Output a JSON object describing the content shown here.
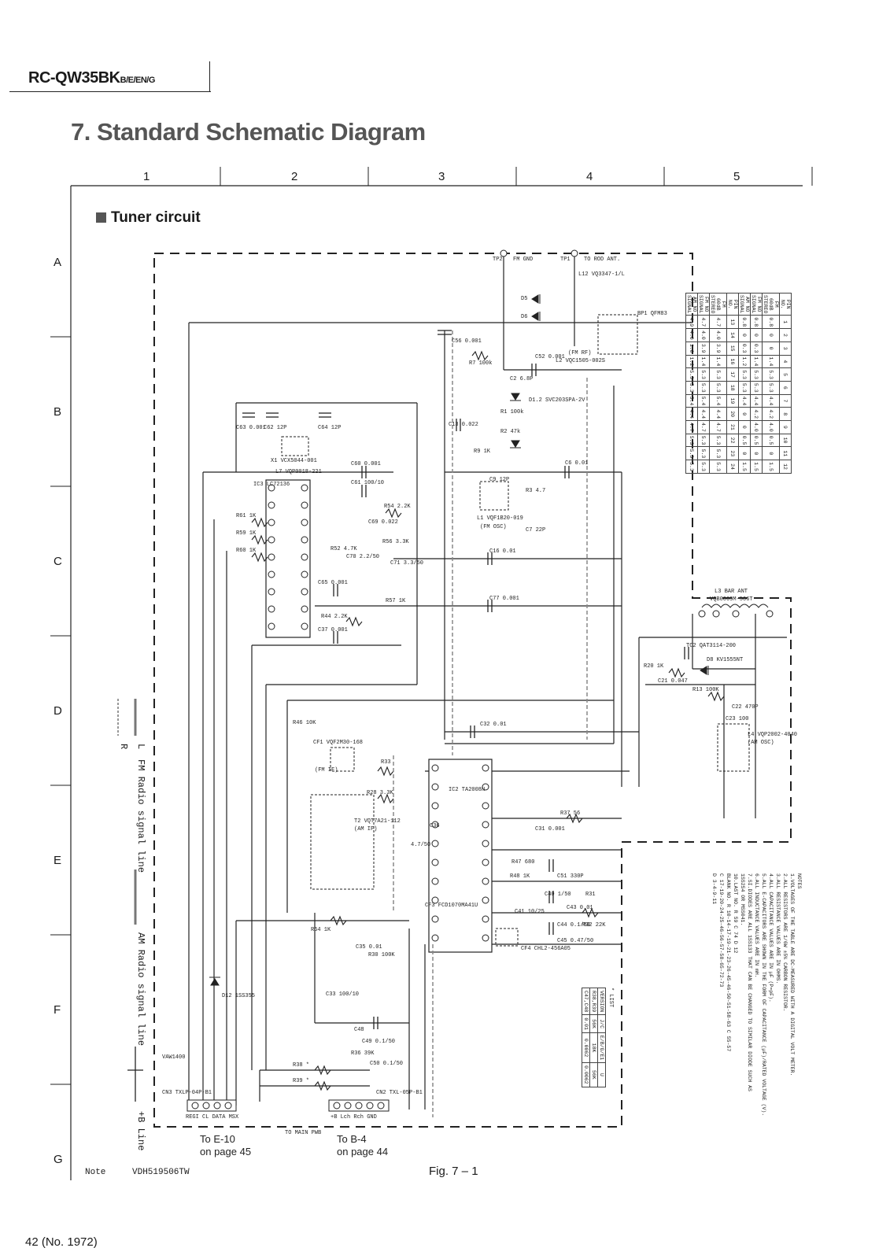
{
  "header": {
    "model": "RC-QW35BK",
    "model_suffix": "B/E/EN/G",
    "title": "7.  Standard Schematic Diagram"
  },
  "grid": {
    "columns": [
      "1",
      "2",
      "3",
      "4",
      "5"
    ],
    "rows": [
      "A",
      "B",
      "C",
      "D",
      "E",
      "F",
      "G"
    ]
  },
  "section_title": "Tuner circuit",
  "labels": {
    "tp2": "TP2",
    "fm_gnd": "FM GND",
    "tp1": "TP1",
    "to_rod_ant": "TO ROD ANT.",
    "l12": "L12  VQ3347-1/L",
    "d5": "D5",
    "d6": "D6",
    "bp1": "BP1  QFM83",
    "c56": "C56  0.001",
    "r7": "R7    100k",
    "c52": "C52  0.001",
    "fm_rf": "(FM RF)",
    "l2": "L2  VQC1505-002S",
    "c2": "C2  6.8P",
    "d1": "D1.2 SVC203SPA-2V",
    "r1": "R1  100k",
    "r2": "R2  47k",
    "c13": "C13  0.022",
    "r9": "R9  1K",
    "c6": "C6  0.01",
    "c9": "C9  12P",
    "l1": "L1  VQF1B20-019",
    "fm_osc": "(FM OSC)",
    "r3": "R3  4.7",
    "c7": "C7  22P",
    "c16": "C16  0.01",
    "c77": "C77  0.001",
    "c63": "C63  0.001",
    "c62": "C62  12P",
    "c64": "C64  12P",
    "x1": "X1  VCX5044-001",
    "l7": "L7  VQP0018-221",
    "c60": "C60  0.001",
    "c61": "C61  100/10",
    "ic3": "IC3  LC72136",
    "r54": "R54  2.2K",
    "r61": "R61  1K",
    "r59": "R59  1K",
    "r60": "R60  1K",
    "r52": "R52  4.7K",
    "c70": "C70  2.2/50",
    "c69": "C69  0.022",
    "r56": "R56  3.3K",
    "c71": "C71  3.3/50",
    "c65": "C65  0.001",
    "r44": "R44  2.2K",
    "r57": "R57  1K",
    "c37": "C37  0.001",
    "l3": "L3   BAR ANT",
    "l3_part": "VQB0069M-506T",
    "tc2": "TC2   QAT3114-200",
    "d8": "D8  KV1555NT",
    "r20": "R20  1K",
    "c21": "C21  0.047",
    "r13": "R13  100K",
    "c22": "C22  470P",
    "c23": "C23  100",
    "l4": "L4  VQP2002-4040",
    "am_osc": "(AM OSC)",
    "c32": "C32  0.01",
    "r46": "R46  10K",
    "cf1": "CF1  VQF2M30-168",
    "fm_if": "(FM IF)",
    "r33": "R33",
    "r28": "R28  3.3K",
    "t2": "T2  VQT7A21-112",
    "am_if": "(AM IF)",
    "ic2": "IC2  TA2008N",
    "c36": "C36",
    "c36_val": "4.7/50",
    "r37": "R37  56",
    "c31": "C31  0.001",
    "r47": "R47  680",
    "r48": "R48  1K",
    "c51": "C51  330P",
    "c40": "C40  1/50",
    "r31": "R31",
    "c43": "C43  0.01",
    "c41": "C41  10/25",
    "c44": "C44  0.1/50",
    "r32": "R32  22K",
    "c45": "C45  0.47/50",
    "cf3": "CF3  FCD1070MA41U",
    "cf4": "CF4  CHL2-456A05",
    "r64": "R64  1K",
    "c35": "C35  0.01",
    "r30": "R30  100K",
    "d12": "D12  1SS355",
    "c33": "C33  100/10",
    "c48": "C48",
    "c49": "C49  0.1/50",
    "r36": "R36  39K",
    "c50": "C50  0.1/50",
    "r38": "R38 *",
    "r39": "R39 *",
    "vaw": "VAW1400",
    "cn3": "CN3  TXLP-04P-B1",
    "cn2": "CN2  TXL-05P-B1",
    "to_main": "TO MAIN PWB",
    "cn3_pins": "REGI  CL  DATA  MSX",
    "cn2_pins": "+B  Lch  Rch  GND"
  },
  "legend": {
    "l": "L",
    "r": "R",
    "fm_signal": "FM Radio signal line",
    "am_signal": "AM Radio signal line",
    "b_line": "+B Line"
  },
  "connectors": {
    "to_e10": "To E-10",
    "to_e10_page": "on page 45",
    "to_b4": "To B-4",
    "to_b4_page": "on page 44"
  },
  "voltage_table": {
    "rows": [
      [
        "PIN NO.",
        "1",
        "2",
        "3",
        "4",
        "5",
        "6",
        "7",
        "8",
        "9",
        "10",
        "11",
        "12"
      ],
      [
        "FM 60dB STEREO",
        "0.8",
        "0",
        "0",
        "1.4",
        "5.3",
        "5.3",
        "4.4",
        "4.2",
        "4.0",
        "0.5",
        "0",
        "1.5"
      ],
      [
        "FM NO SIGNAL",
        "0.8",
        "0",
        "0.3",
        "1.4",
        "5.3",
        "5.3",
        "4.4",
        "4.2",
        "4.0",
        "0.5",
        "0",
        "1.5"
      ],
      [
        "AM NO SIGNAL",
        "0.8",
        "0",
        "0.3",
        "1.2",
        "5.3",
        "5.3",
        "4.4",
        "0",
        "0",
        "0.5",
        "0",
        "1.5"
      ],
      [
        "PIN NO.",
        "13",
        "14",
        "15",
        "16",
        "17",
        "18",
        "19",
        "20",
        "21",
        "22",
        "23",
        "24"
      ],
      [
        "FM 60dB STEREO",
        "4.7",
        "4.0",
        "3.9",
        "1.4",
        "5.3",
        "5.3",
        "5.4",
        "4.4",
        "4.7",
        "5.3",
        "5.3",
        "5.3"
      ],
      [
        "FM NO SIGNAL",
        "4.7",
        "4.0",
        "3.9",
        "1.4",
        "5.3",
        "5.3",
        "5.4",
        "4.4",
        "4.7",
        "5.3",
        "5.3",
        "5.3"
      ],
      [
        "AM NO SIGNAL",
        "4.9",
        "4.0",
        "1.0",
        "1.2",
        "5.3",
        "5.3",
        "5.4",
        "4.4",
        "4.7",
        "5.3",
        "5.3",
        "5.3"
      ]
    ]
  },
  "notes": [
    "NOTES",
    "1.VOLTAGES OF THE TABLE ARE DC-MEASURED WITH A DIGITAL VOLT METER.",
    "2.ALL RESISTORS ARE 1/6W ±5% CARBON RESISTOR.",
    "3.ALL RESISTANCE VALUES ARE IN OHMS.",
    "4.ALL CAPACITANCE VALUES ARE IN µF (P=pF).",
    "5.ALL E-CAPACITORS ARE SHOWN IN THE FORM OF CAPACITANCE (µF)/RATED VOLTAGE (V).",
    "6.ALL INDUCTANCE VALUES ARE IN mH.",
    "7.SI.DIODES ARE ALL 1SS133 THAT CAN BE CHANGED TO SIMILAR DIODE SUCH AS",
    "  1SS254 OR MSS041.",
    "10.LAST NO. R 59  C 74  D 12",
    "BLANK NO. R 10-14-17-19-21-23-26-45-46-50-51-58-63 C 55-57",
    "  C 17-19-20-24-25-46-56-57-58-65-72-73",
    "  D 3-4-9-11"
  ],
  "list_table": {
    "title": "* LIST",
    "rows": [
      [
        "VERSION",
        "J/C",
        "E/B/G/E1",
        "U"
      ],
      [
        "R38,R39",
        "56K",
        "18K",
        "56K"
      ],
      [
        "C47,C48",
        "0.01",
        "0.0062",
        "0.0062"
      ]
    ]
  },
  "footer": {
    "note_label": "Note",
    "doc_code": "VDH519506TW",
    "figure": "Fig. 7 – 1",
    "page": "42 (No. 1972)"
  }
}
